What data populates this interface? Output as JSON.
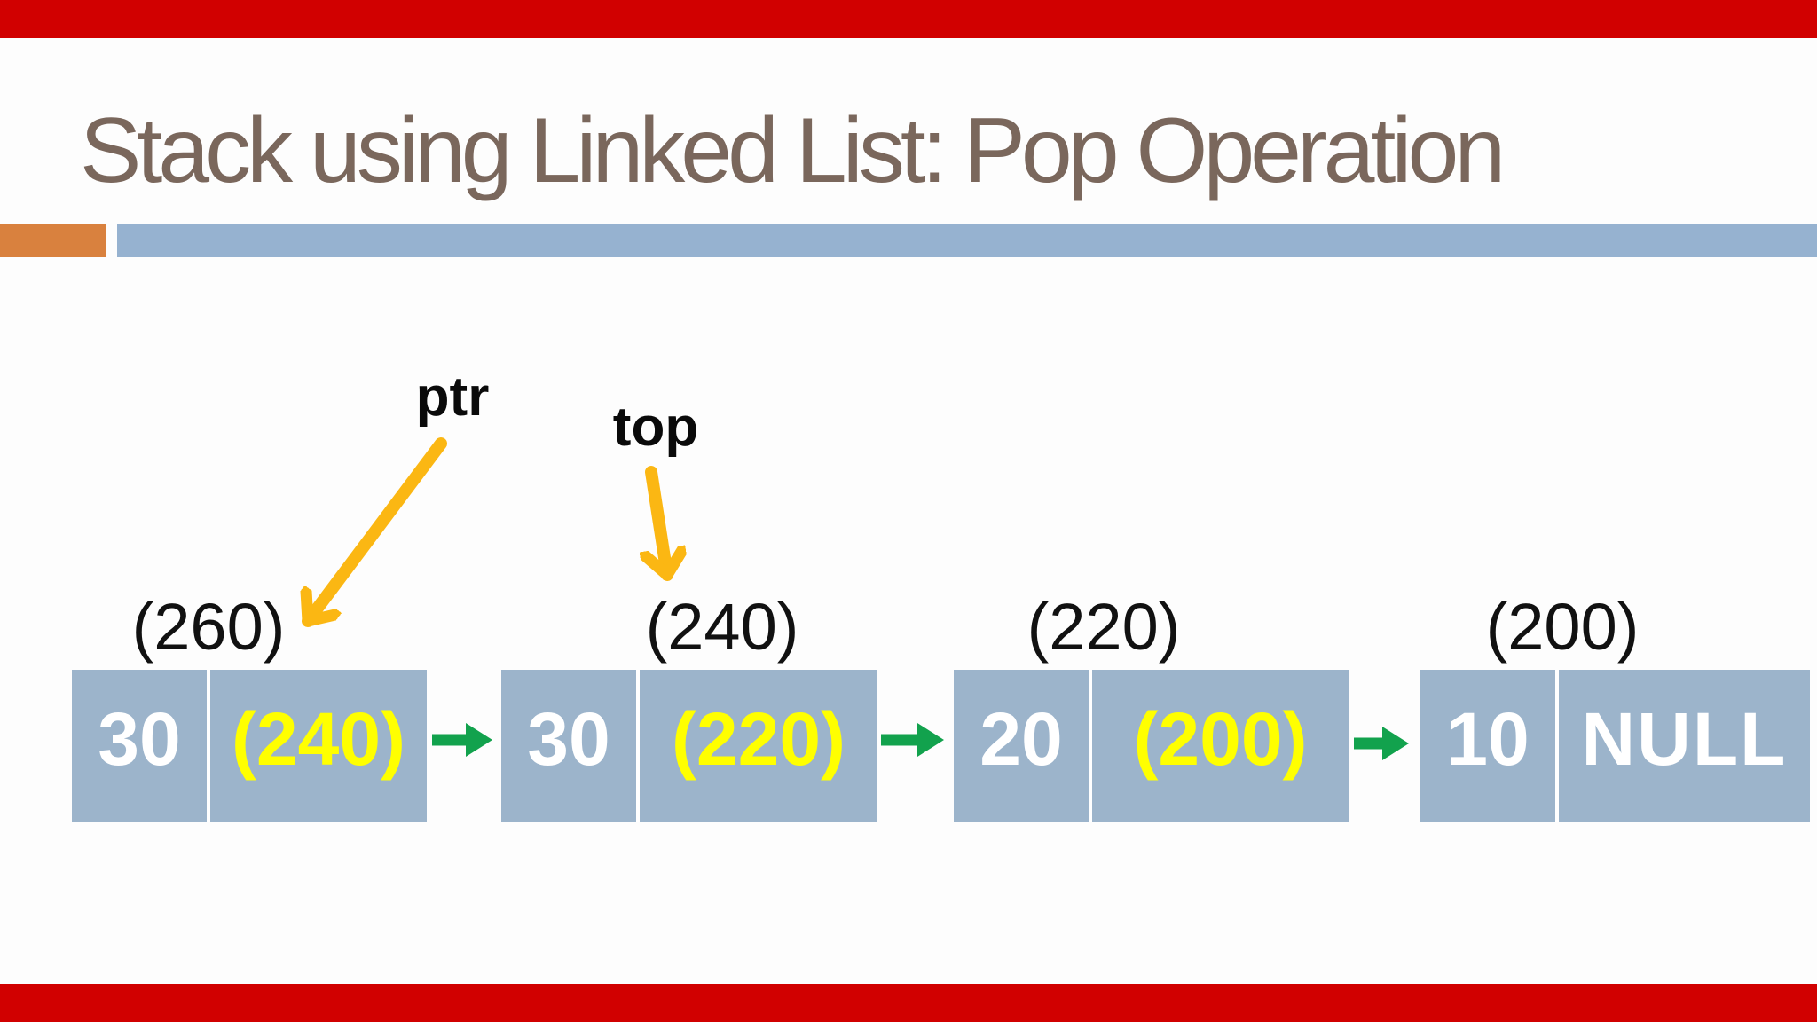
{
  "slide": {
    "title": "Stack using Linked List: Pop Operation",
    "annotations": {
      "ptr_label": "ptr",
      "top_label": "top"
    },
    "nodes": [
      {
        "address": "(260)",
        "data": "30",
        "next": "(240)"
      },
      {
        "address": "(240)",
        "data": "30",
        "next": "(220)"
      },
      {
        "address": "(220)",
        "data": "20",
        "next": "(200)"
      },
      {
        "address": "(200)",
        "data": "10",
        "next": "NULL"
      }
    ],
    "colors": {
      "frame_band_red": "#d10000",
      "title_brown": "#7a675c",
      "accent_orange": "#d9813e",
      "accent_bar_blue": "#96b2d0",
      "node_fill_blue": "#9cb4cb",
      "data_text_white": "#ffffff",
      "next_text_yellow": "#ffff00",
      "link_arrow_green": "#12a24d",
      "annotation_arrow_amber": "#fbb713",
      "label_black": "#111111"
    }
  }
}
